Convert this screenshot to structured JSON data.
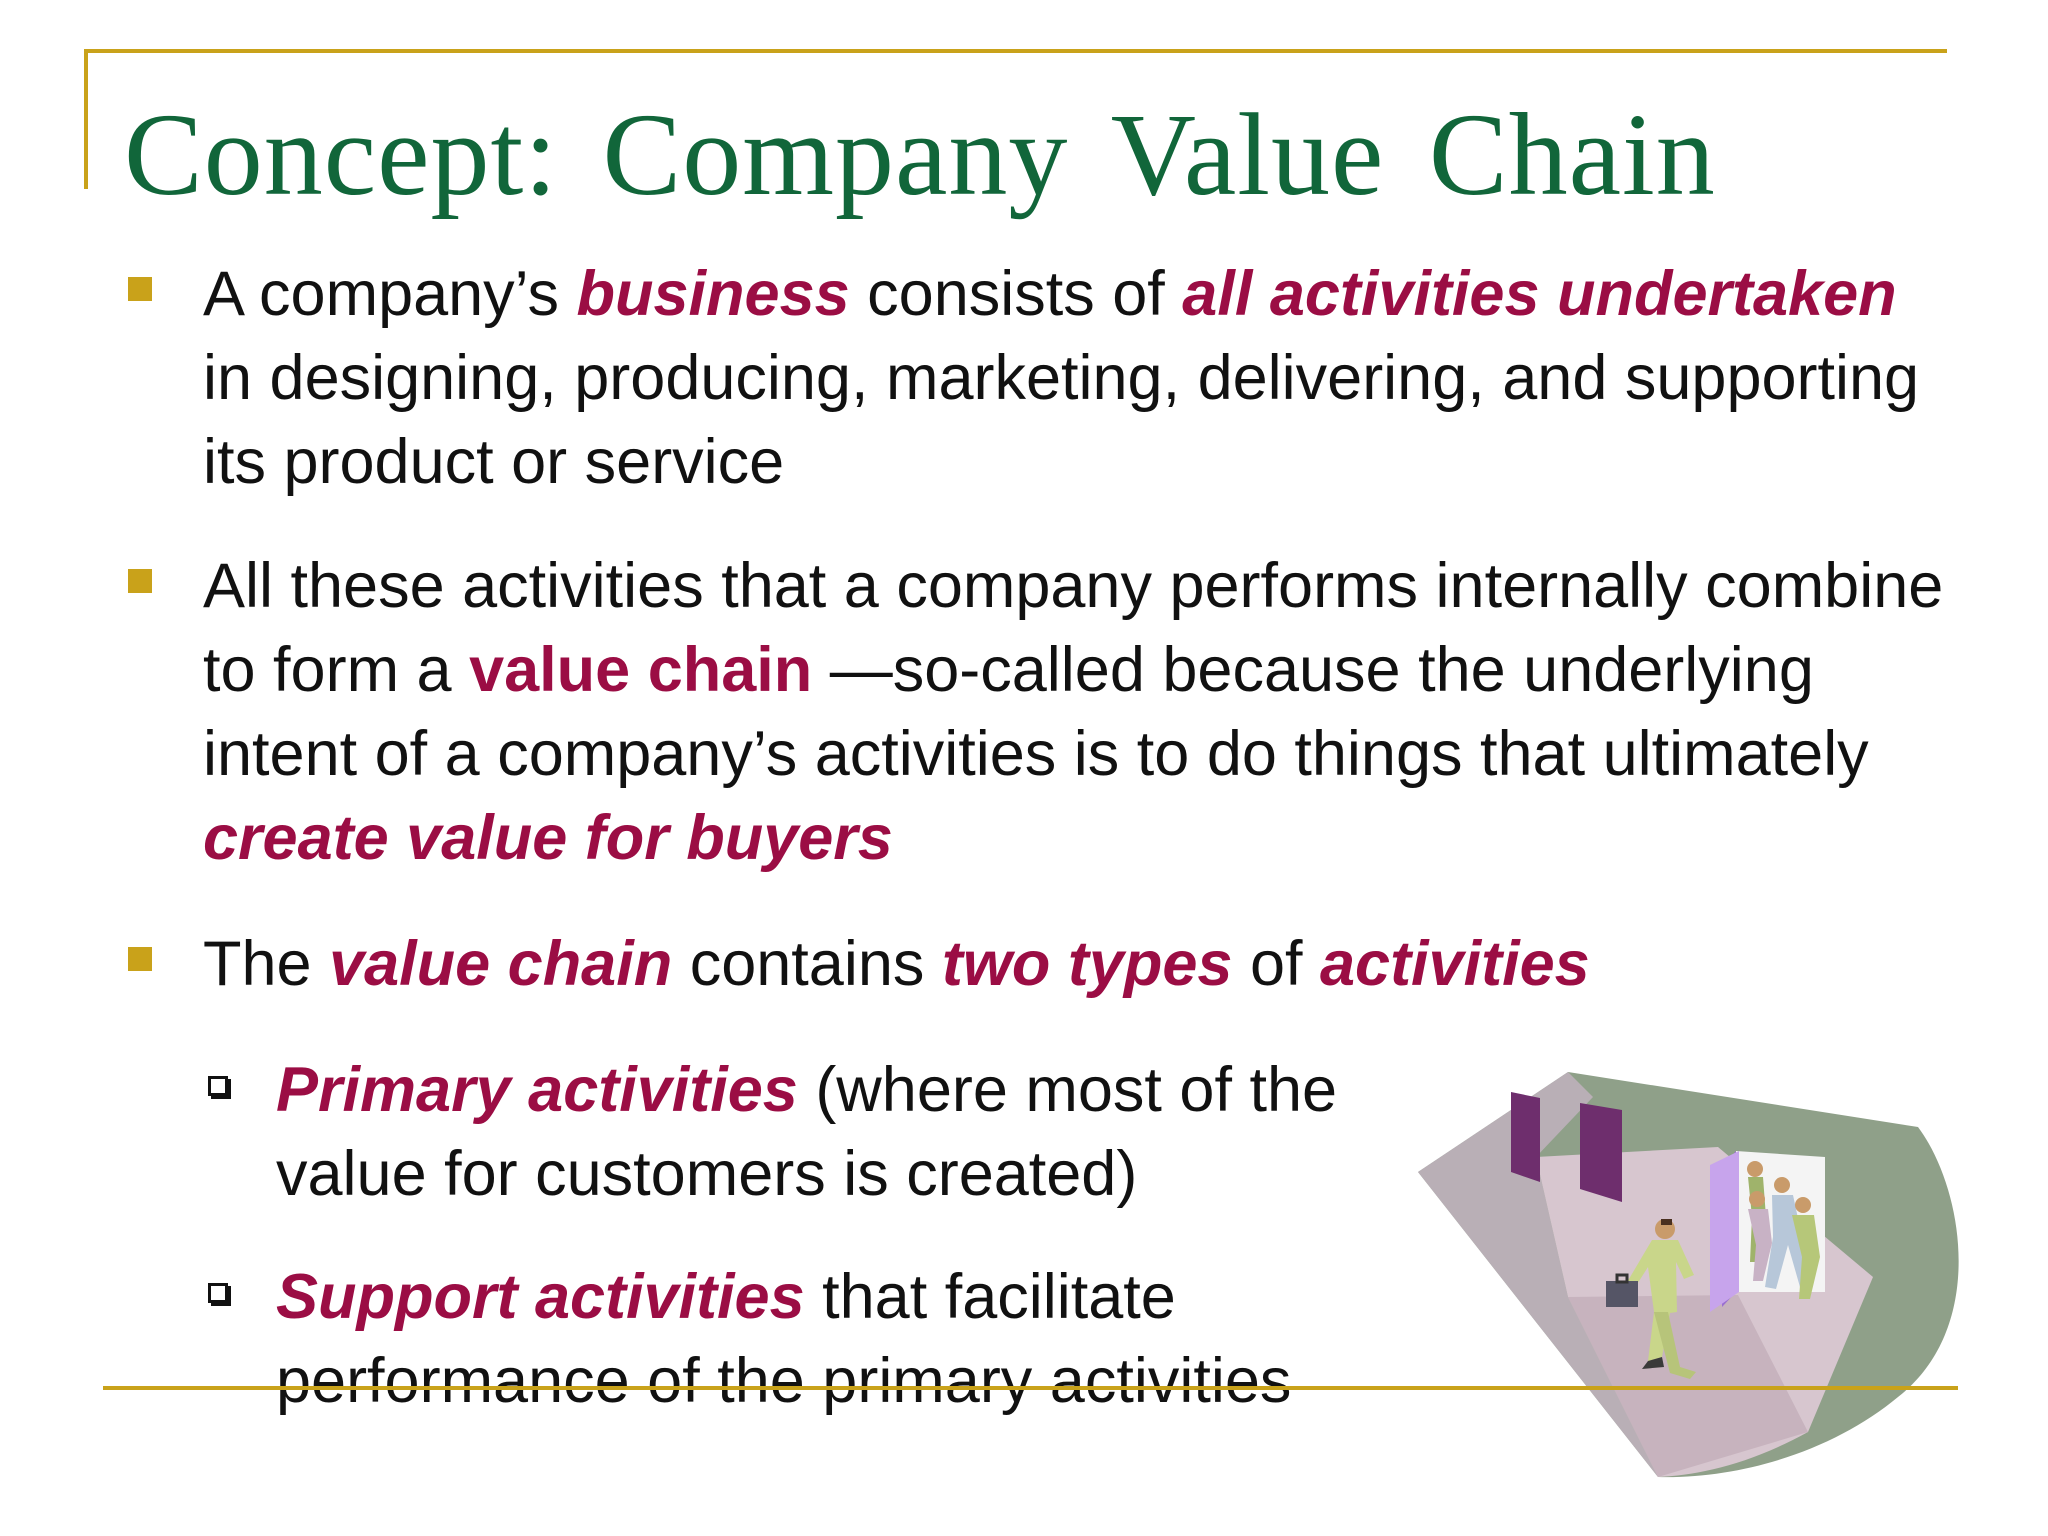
{
  "slide": {
    "title": "Concept:  Company  Value  Chain",
    "bullets": [
      {
        "parts": [
          {
            "text": "A company’s ",
            "style": "plain"
          },
          {
            "text": "business",
            "style": "em"
          },
          {
            "text": " consists of ",
            "style": "plain"
          },
          {
            "text": "all activities undertaken",
            "style": "em"
          },
          {
            "text": " in designing, producing, marketing, delivering, and supporting its product or service",
            "style": "plain"
          }
        ]
      },
      {
        "parts": [
          {
            "text": "All these activities that a company performs internally combine to form a ",
            "style": "plain"
          },
          {
            "text": "value chain",
            "style": "embold"
          },
          {
            "text": " —so-called because the underlying intent of a company’s activities is to do things that ultimately ",
            "style": "plain"
          },
          {
            "text": "create value for buyers",
            "style": "em"
          }
        ]
      },
      {
        "parts": [
          {
            "text": "The ",
            "style": "plain"
          },
          {
            "text": "value chain",
            "style": "em"
          },
          {
            "text": " contains ",
            "style": "plain"
          },
          {
            "text": "two types",
            "style": "em"
          },
          {
            "text": " of ",
            "style": "plain"
          },
          {
            "text": "activities",
            "style": "em"
          }
        ]
      }
    ],
    "sub_bullets": [
      {
        "parts": [
          {
            "text": "Primary activities",
            "style": "em"
          },
          {
            "text": " (where most of the value for customers is created)",
            "style": "plain"
          }
        ]
      },
      {
        "parts": [
          {
            "text": "Support activities",
            "style": "em"
          },
          {
            "text": " that facilitate performance of the primary activities",
            "style": "plain"
          }
        ]
      }
    ],
    "illustration": {
      "icon": "businessman-through-door-clipart"
    },
    "colors": {
      "title": "#11663a",
      "emphasis": "#9b0d44",
      "accent_rule": "#c9a21a",
      "body_text": "#111111"
    }
  }
}
